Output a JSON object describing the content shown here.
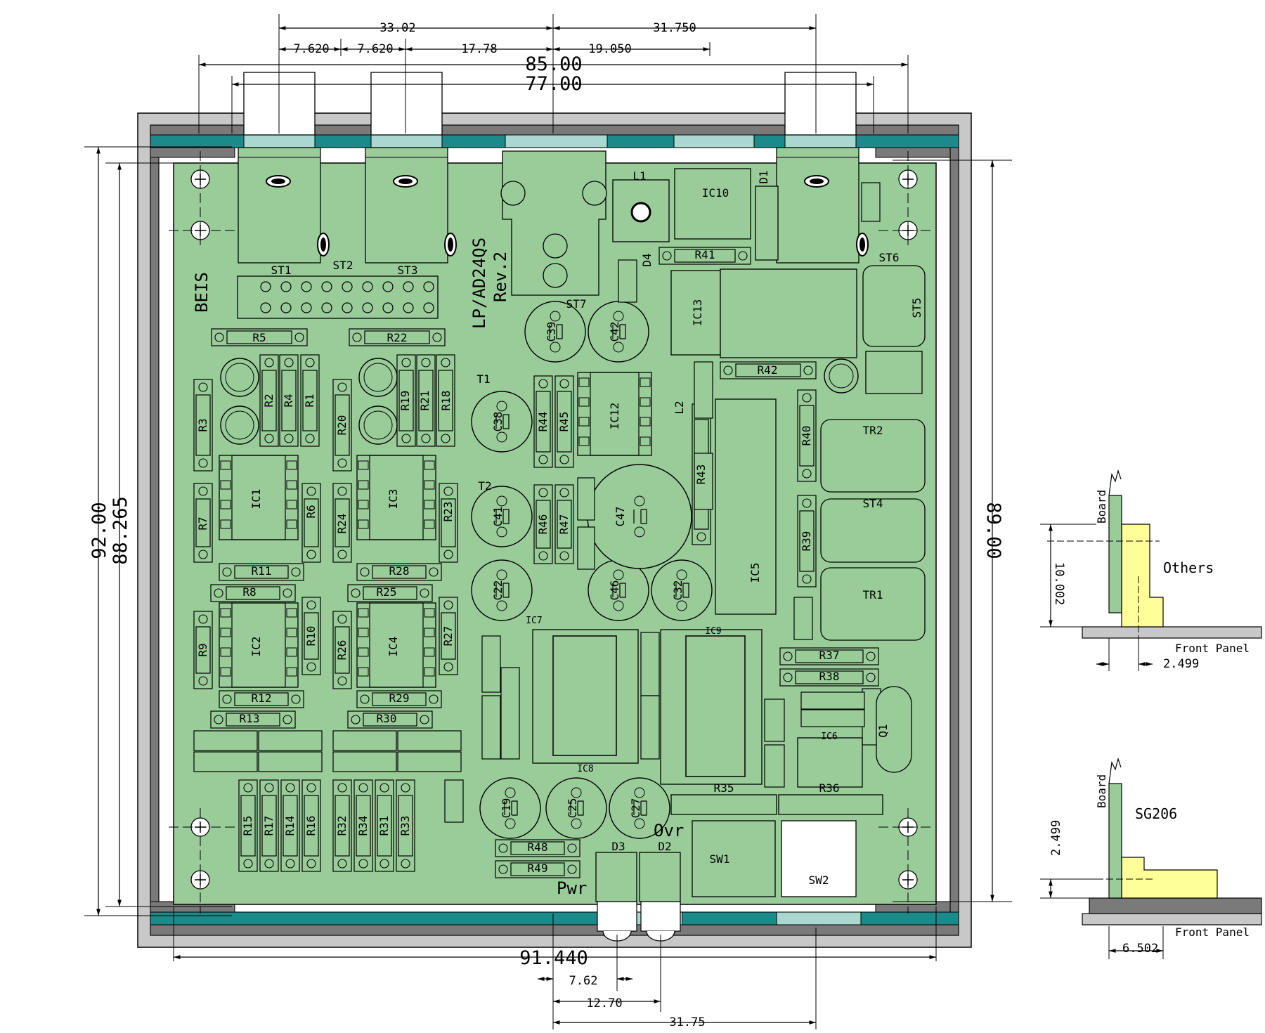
{
  "colors": {
    "board": "#99cc99",
    "frame_light": "#c8c8c8",
    "frame_dark": "#7a7a7a",
    "panel_strip": "#1a8a8a",
    "panel_window": "#a8d8d0",
    "bracket_yellow": "#ffff99"
  },
  "board": {
    "brand": "BEIS",
    "name": "LP/AD24QS",
    "revision": "Rev.2"
  },
  "dimensions": {
    "top_span_1": "33.02",
    "top_span_2": "31.750",
    "top_7620_a": "7.620",
    "top_7620_b": "7.620",
    "top_1778": "17.78",
    "top_19050": "19.050",
    "width_outer": "85.00",
    "width_inner": "77.00",
    "height_left_outer": "92.00",
    "height_left_inner": "88.265",
    "height_right": "89.00",
    "bottom_width": "91.440",
    "bottom_762": "7.62",
    "bottom_1270": "12.70",
    "bottom_3175": "31.75"
  },
  "indicators": {
    "pwr": "Pwr",
    "ovr": "Ovr"
  },
  "connectors": [
    "ST1",
    "ST2",
    "ST3",
    "ST4",
    "ST5",
    "ST6",
    "ST7"
  ],
  "components": {
    "resistors": [
      "R1",
      "R2",
      "R3",
      "R4",
      "R5",
      "R6",
      "R7",
      "R8",
      "R9",
      "R10",
      "R11",
      "R12",
      "R13",
      "R14",
      "R15",
      "R16",
      "R17",
      "R18",
      "R19",
      "R20",
      "R21",
      "R22",
      "R23",
      "R24",
      "R25",
      "R26",
      "R27",
      "R28",
      "R29",
      "R30",
      "R31",
      "R32",
      "R33",
      "R34",
      "R35",
      "R36",
      "R37",
      "R38",
      "R39",
      "R40",
      "R41",
      "R42",
      "R43",
      "R44",
      "R45",
      "R46",
      "R47",
      "R48",
      "R49"
    ],
    "ics": [
      "IC1",
      "IC2",
      "IC3",
      "IC4",
      "IC5",
      "IC6",
      "IC7",
      "IC8",
      "IC9",
      "IC10",
      "IC12",
      "IC13"
    ],
    "caps_electrolytic": [
      "C19",
      "C22",
      "C25",
      "C27",
      "C32",
      "C38",
      "C39",
      "C41",
      "C42",
      "C46",
      "C47"
    ],
    "transformers": [
      "TR1",
      "TR2"
    ],
    "switches": [
      "SW1",
      "SW2"
    ],
    "other": [
      "L1",
      "L2",
      "D1",
      "D2",
      "D3",
      "D4",
      "Q1",
      "T1",
      "T2"
    ]
  },
  "side_views": {
    "top": {
      "title": "Others",
      "board": "Board",
      "panel": "Front Panel",
      "dim_v": "10.002",
      "dim_h": "2.499"
    },
    "bottom": {
      "title": "SG206",
      "board": "Board",
      "panel": "Front Panel",
      "dim_v": "2.499",
      "dim_h": "6.502"
    }
  }
}
